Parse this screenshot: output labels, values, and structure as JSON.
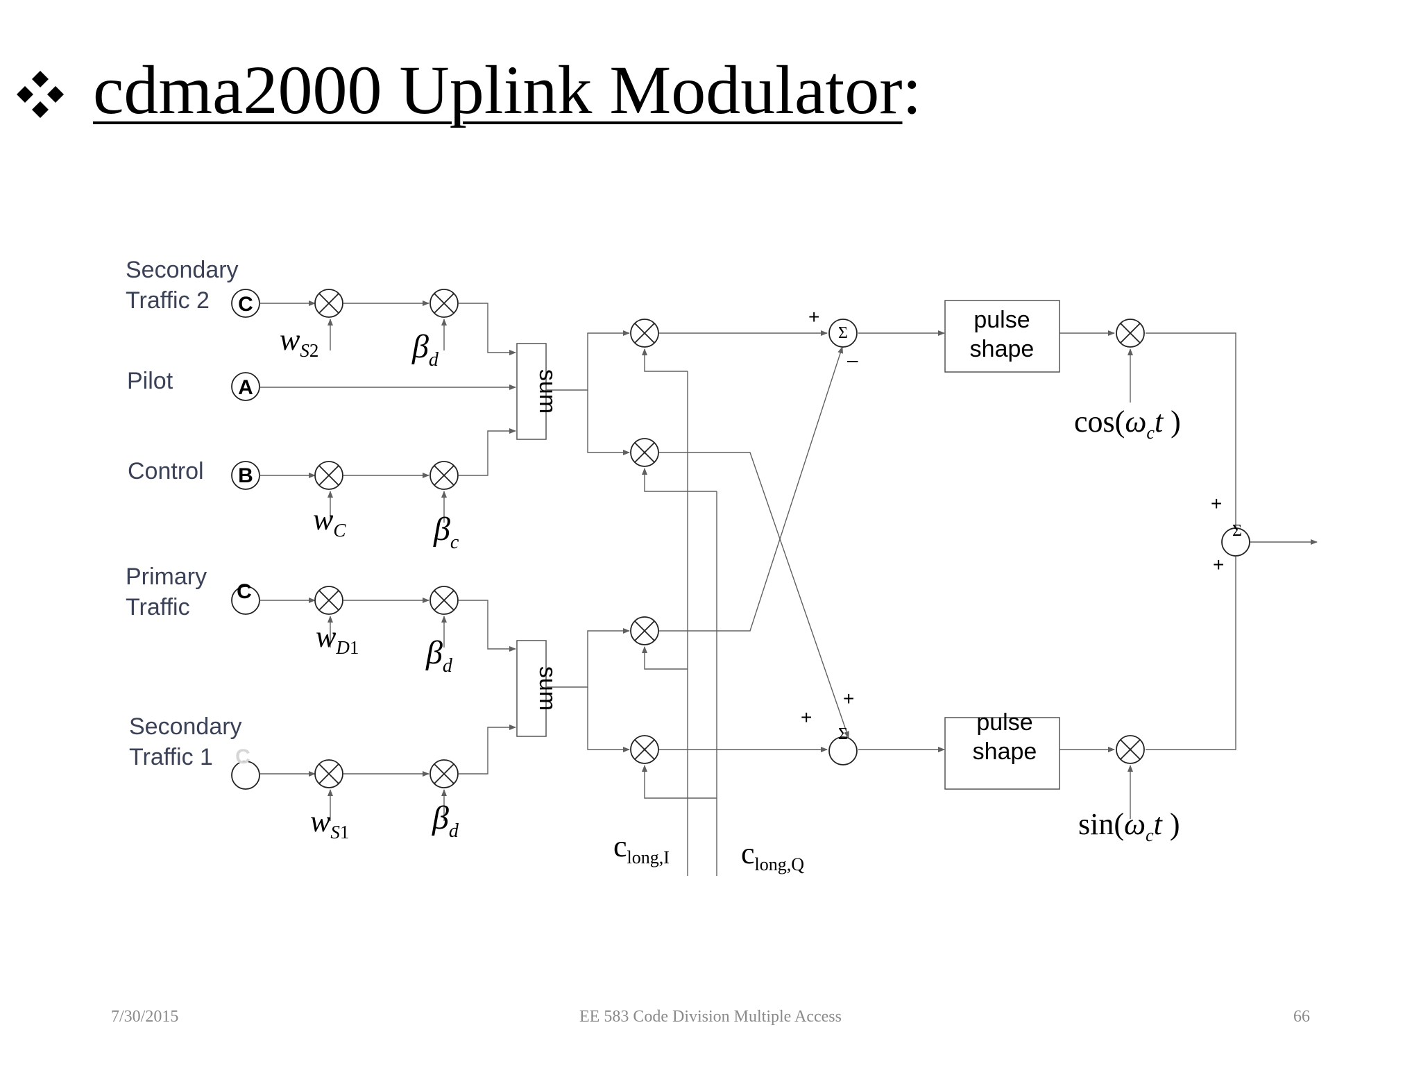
{
  "title": {
    "text": "cdma2000 Uplink Modulator",
    "suffix": ":"
  },
  "icons": {
    "bullet": "diamond-cluster-bullet-icon",
    "multiplier": "multiplier-cross-circle-icon",
    "summer": "summation-circle-icon"
  },
  "colors": {
    "label": "#3b4257",
    "footer": "#8a8a8a",
    "line": "#606060"
  },
  "inputs": {
    "secondary2": {
      "name_line1": "Secondary",
      "name_line2": "Traffic 2",
      "letter": "C"
    },
    "pilot": {
      "name": "Pilot",
      "letter": "A"
    },
    "control": {
      "name": "Control",
      "letter": "B"
    },
    "primary": {
      "name_line1": "Primary",
      "name_line2": "Traffic",
      "letter": "C"
    },
    "secondary1": {
      "name_line1": "Secondary",
      "name_line2": "Traffic 1",
      "letter": "C"
    }
  },
  "walsh": {
    "ws2": {
      "base": "w",
      "sub": "S",
      "sub2": "2"
    },
    "wc": {
      "base": "w",
      "sub": "C"
    },
    "wd1": {
      "base": "w",
      "sub": "D",
      "sub2": "1"
    },
    "ws1": {
      "base": "w",
      "sub": "S",
      "sub2": "1"
    }
  },
  "gains": {
    "g1": {
      "base": "β",
      "sub": "d"
    },
    "g2": {
      "base": "β",
      "sub": "c"
    },
    "g3": {
      "base": "β",
      "sub": "d"
    },
    "g4": {
      "base": "β",
      "sub": "d"
    }
  },
  "sum_label": "sum",
  "pulse_shape": {
    "line1": "pulse",
    "line2": "shape"
  },
  "carriers": {
    "cos": {
      "fn": "cos(",
      "omega": "ω",
      "sub": "c",
      "t": "t",
      "close": " )"
    },
    "sin": {
      "fn": "sin(",
      "omega": "ω",
      "sub": "c",
      "t": "t",
      "close": " )"
    }
  },
  "codes": {
    "clong_i": {
      "base": "c",
      "sub": "long,I"
    },
    "clong_q": {
      "base": "c",
      "sub": "long,Q"
    }
  },
  "signs": {
    "plus": "+",
    "minus": "–",
    "sigma": "Σ"
  },
  "footer": {
    "date": "7/30/2015",
    "course": "EE 583 Code Division Multiple Access",
    "page": "66"
  }
}
